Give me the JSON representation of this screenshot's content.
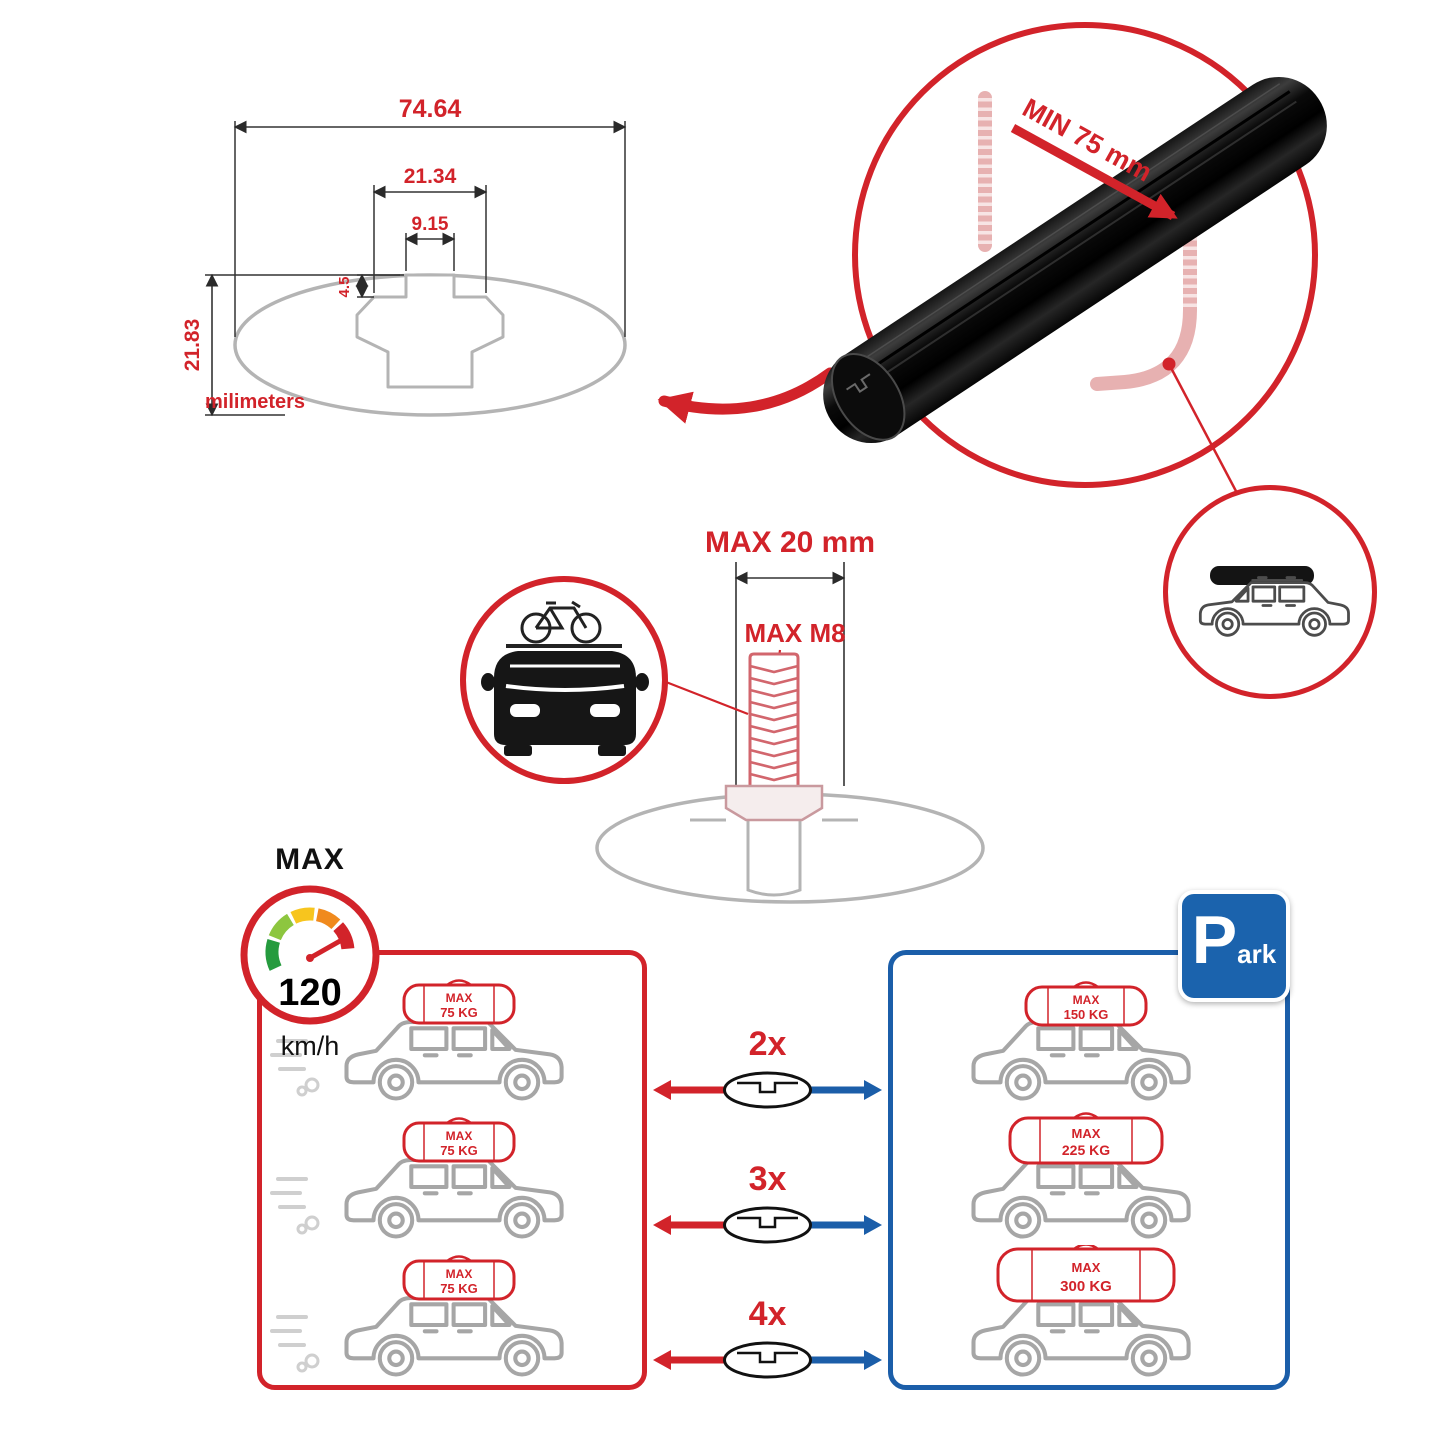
{
  "colors": {
    "red": "#d2232a",
    "blue": "#1b5ea9",
    "gray": "#b4b4b4"
  },
  "drawing": {
    "total_width": "74.64",
    "channel_width": "21.34",
    "slot_width": "9.15",
    "slot_depth": "4.5",
    "total_height": "21.83",
    "units_label": "milimeters"
  },
  "bar": {
    "min_label": "MIN 75 mm"
  },
  "bolt": {
    "length_label": "MAX 20 mm",
    "thread_label": "MAX M8"
  },
  "speed": {
    "title": "MAX",
    "value": "120",
    "unit": "km/h"
  },
  "multipliers": [
    {
      "label": "2x"
    },
    {
      "label": "3x"
    },
    {
      "label": "4x"
    }
  ],
  "panels": {
    "left": {
      "items": [
        {
          "max": "MAX",
          "kg": "75 KG"
        },
        {
          "max": "MAX",
          "kg": "75 KG"
        },
        {
          "max": "MAX",
          "kg": "75 KG"
        }
      ]
    },
    "right": {
      "items": [
        {
          "max": "MAX",
          "kg": "150 KG"
        },
        {
          "max": "MAX",
          "kg": "225 KG"
        },
        {
          "max": "MAX",
          "kg": "300 KG"
        }
      ]
    }
  },
  "park": {
    "p": "P",
    "suffix": "ark"
  }
}
